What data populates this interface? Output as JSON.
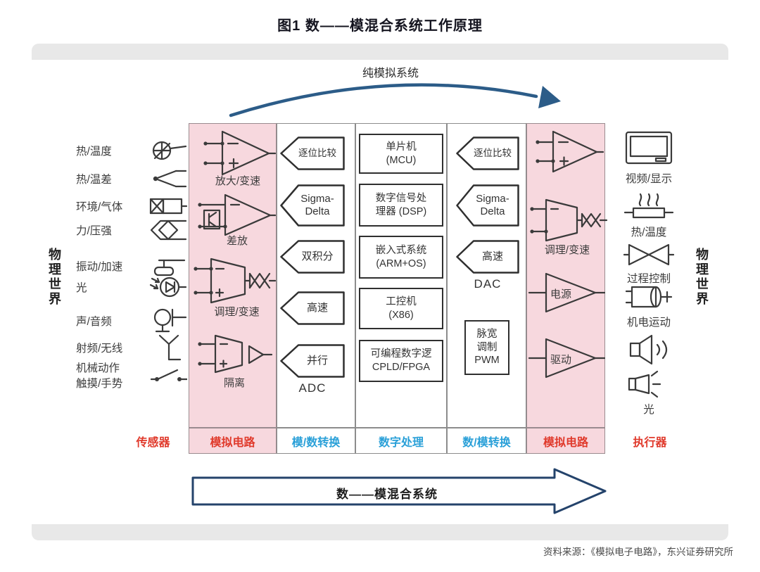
{
  "title": "图1  数——模混合系统工作原理",
  "top_arc": {
    "label": "纯模拟系统"
  },
  "bottom_arrow": {
    "label": "数——模混合系统"
  },
  "source_note": "资料来源：《模拟电子电路》，东兴证券研究所",
  "left_world_label": "物理世界",
  "right_world_label": "物理世界",
  "sensors_column": {
    "footer": "传感器",
    "items": [
      {
        "label": "热/温度",
        "icon": "thermal-sensor-icon"
      },
      {
        "label": "热/温差",
        "icon": "thermocouple-icon"
      },
      {
        "label": "环境/气体",
        "icon": "gas-sensor-icon"
      },
      {
        "label": "力/压强",
        "icon": "pressure-sensor-icon"
      },
      {
        "label": "振动/加速",
        "icon": "vibration-sensor-icon"
      },
      {
        "label": "光",
        "icon": "photodiode-icon"
      },
      {
        "label": "声/音频",
        "icon": "microphone-icon"
      },
      {
        "label": "射频/无线",
        "icon": "antenna-icon"
      },
      {
        "label": "机械动作\n触摸/手势",
        "icon": "switch-icon"
      }
    ]
  },
  "analog_in_column": {
    "footer": "模拟电路",
    "items": [
      {
        "label": "放大/变速",
        "icon": "opamp-icon"
      },
      {
        "label": "差放",
        "icon": "diff-amp-icon"
      },
      {
        "label": "调理/变速",
        "icon": "conditioner-transformer-icon"
      },
      {
        "label": "隔离",
        "icon": "isolation-amp-icon"
      }
    ]
  },
  "adc_column": {
    "footer": "模/数转换",
    "type_label": "ADC",
    "items": [
      {
        "label": "逐位比较"
      },
      {
        "label": "Sigma-\nDelta"
      },
      {
        "label": "双积分"
      },
      {
        "label": "高速"
      },
      {
        "label": "并行"
      }
    ]
  },
  "digital_column": {
    "footer": "数字处理",
    "items": [
      {
        "label": "单片机\n(MCU)"
      },
      {
        "label": "数字信号处\n理器 (DSP)"
      },
      {
        "label": "嵌入式系统\n(ARM+OS)"
      },
      {
        "label": "工控机\n(X86)"
      },
      {
        "label": "可编程数字逻\nCPLD/FPGA"
      }
    ]
  },
  "dac_column": {
    "footer": "数/模转换",
    "type_label": "DAC",
    "items": [
      {
        "label": "逐位比较"
      },
      {
        "label": "Sigma-\nDelta"
      },
      {
        "label": "高速"
      }
    ],
    "pwm_box": "脉宽\n调制\nPWM"
  },
  "analog_out_column": {
    "footer": "模拟电路",
    "items": [
      {
        "label": "",
        "icon": "opamp-icon"
      },
      {
        "label": "调理/变速",
        "icon": "conditioner-transformer-icon"
      },
      {
        "label": "电源",
        "icon": "power-amp-icon"
      },
      {
        "label": "驱动",
        "icon": "driver-amp-icon"
      }
    ]
  },
  "actuators_column": {
    "footer": "执行器",
    "items": [
      {
        "label": "视频/显示",
        "icon": "display-icon"
      },
      {
        "label": "热/温度",
        "icon": "heater-icon"
      },
      {
        "label": "过程控制",
        "icon": "valve-icon"
      },
      {
        "label": "机电运动",
        "icon": "motor-icon"
      },
      {
        "label": "",
        "icon": "speaker-icon"
      },
      {
        "label": "光",
        "icon": "flashlight-icon"
      }
    ]
  },
  "colors": {
    "pink": "#f7d8de",
    "red_text": "#e03a2c",
    "blue_text": "#2aa0d8",
    "arc_blue": "#2c5c88",
    "arrow_navy": "#24436b"
  }
}
